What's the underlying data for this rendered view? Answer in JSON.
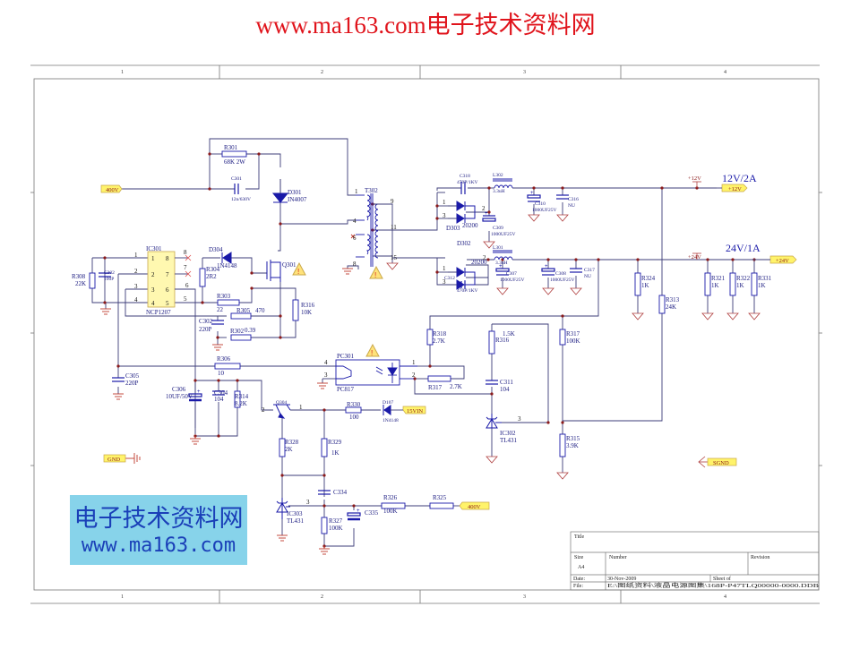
{
  "header": {
    "title": "www.ma163.com电子技术资料网"
  },
  "watermark": {
    "line1": "电子技术资料网",
    "line2": "www.ma163.com"
  },
  "frame": {
    "zones": [
      "1",
      "2",
      "3",
      "4"
    ]
  },
  "title_block": {
    "title_label": "Title",
    "size_label": "Size",
    "size_value": "A4",
    "number_label": "Number",
    "revision_label": "Revision",
    "date_label": "Date:",
    "date_value": "30-Nov-2009",
    "sheet_label": "Sheet   of",
    "file_label": "File:",
    "file_value": "E:\\图纸资料\\液晶电源图集\\168P-P47TLQ00000-0000.DDB"
  },
  "colors": {
    "wire": "#3c3c78",
    "component": "#1a1aa8",
    "junction": "#8b1a1a",
    "ground": "#c0392b",
    "port_fill": "#fff36a",
    "header": "#e0141c",
    "watermark_bg": "#87d3ea"
  },
  "outputs": {
    "out12": "12V/2A",
    "out24": "24V/1A"
  },
  "ports": {
    "p400v_in": "400V",
    "p12v": "+12V",
    "p24v": "+24V",
    "p15vin": "15VIN",
    "pgnd": "GND",
    "psgnd": "SGND",
    "p400v_sense": "400V"
  },
  "nets": {
    "n12v": "+12V",
    "n24v": "+24V"
  },
  "components": {
    "R301": {
      "ref": "R301",
      "val": "68K 2W"
    },
    "C301": {
      "ref": "C301",
      "val": "12n/630V"
    },
    "D301": {
      "ref": "D301",
      "val": "IN4007"
    },
    "IC301": {
      "ref": "IC301",
      "val": "NCP1207"
    },
    "R308": {
      "ref": "R308",
      "val": "22K"
    },
    "C302a": {
      "ref": "C302",
      "val": "100P"
    },
    "D304": {
      "ref": "D304",
      "val": "1N4148"
    },
    "R304": {
      "ref": "R304",
      "val": "2R2"
    },
    "Q301": {
      "ref": "Q301"
    },
    "R303": {
      "ref": "R303",
      "val": "22"
    },
    "R305": {
      "ref": "R305",
      "val": "470"
    },
    "R316a": {
      "ref": "R316",
      "val": "10K"
    },
    "C302b": {
      "ref": "C302",
      "val": "220P"
    },
    "R302": {
      "ref": "R302",
      "val": "0.39"
    },
    "T302": {
      "ref": "T302"
    },
    "C318": {
      "ref": "C318",
      "val": "470P/1KV"
    },
    "L302": {
      "ref": "L302",
      "val": "3.3uH"
    },
    "C310": {
      "ref": "C310",
      "val": "1000UF25V"
    },
    "C316": {
      "ref": "C316",
      "val": "NU"
    },
    "D303": {
      "ref": "D303",
      "val": "20200"
    },
    "C309": {
      "ref": "C309",
      "val": "1000UF25V"
    },
    "D302": {
      "ref": "D302",
      "val": "20200"
    },
    "C312": {
      "ref": "C312",
      "val": "470P/1KV"
    },
    "L301": {
      "ref": "L301",
      "val": "3.3uH"
    },
    "C307": {
      "ref": "C307",
      "val": "1000UF25V"
    },
    "C308": {
      "ref": "C308",
      "val": "1000UF25V"
    },
    "C317": {
      "ref": "C317",
      "val": "NU"
    },
    "R324": {
      "ref": "R324",
      "val": "1K"
    },
    "R313": {
      "ref": "R313",
      "val": "24K"
    },
    "R321": {
      "ref": "R321",
      "val": "1K"
    },
    "R322": {
      "ref": "R322",
      "val": "1K"
    },
    "R331": {
      "ref": "R331",
      "val": "1K"
    },
    "R306": {
      "ref": "R306",
      "val": "10"
    },
    "C305": {
      "ref": "C305",
      "val": "220P"
    },
    "C306": {
      "ref": "C306",
      "val": "10UF/50V"
    },
    "C304": {
      "ref": "C304",
      "val": "104"
    },
    "R314": {
      "ref": "R314",
      "val": "8.2K"
    },
    "Q304": {
      "ref": "Q304"
    },
    "PC301": {
      "ref": "PC301",
      "val": "PC817"
    },
    "R318": {
      "ref": "R318",
      "val": "2.7K"
    },
    "R317a": {
      "ref": "R317",
      "val": "2.7K"
    },
    "R316b": {
      "ref": "R316",
      "val": "1.5K"
    },
    "C311": {
      "ref": "C311",
      "val": "104"
    },
    "R317b": {
      "ref": "R317",
      "val": "100K"
    },
    "IC302": {
      "ref": "IC302",
      "val": "TL431"
    },
    "R315": {
      "ref": "R315",
      "val": "3.9K"
    },
    "R330": {
      "ref": "R330",
      "val": "100"
    },
    "D107": {
      "ref": "D107",
      "val": "1N4148"
    },
    "R328": {
      "ref": "R328",
      "val": "2K"
    },
    "R329": {
      "ref": "R329",
      "val": "1K"
    },
    "IC303": {
      "ref": "IC303",
      "val": "TL431"
    },
    "C334": {
      "ref": "C334"
    },
    "R327": {
      "ref": "R327",
      "val": "100K"
    },
    "C335": {
      "ref": "C335"
    },
    "R326": {
      "ref": "R326",
      "val": "100K"
    },
    "R325": {
      "ref": "R325"
    }
  },
  "pins": {
    "ic301": [
      "1",
      "2",
      "3",
      "4",
      "5",
      "6",
      "7",
      "8"
    ],
    "t302": [
      "1",
      "4",
      "6",
      "8",
      "9",
      "11",
      "15"
    ],
    "d303": [
      "1",
      "3",
      "2"
    ],
    "d302": [
      "1",
      "3",
      "2"
    ],
    "pc301": [
      "4",
      "3",
      "1",
      "2"
    ],
    "q304": [
      "2",
      "1",
      "3"
    ],
    "ic302": [
      "1",
      "2",
      "3"
    ],
    "ic303": [
      "1",
      "2",
      "3"
    ]
  }
}
